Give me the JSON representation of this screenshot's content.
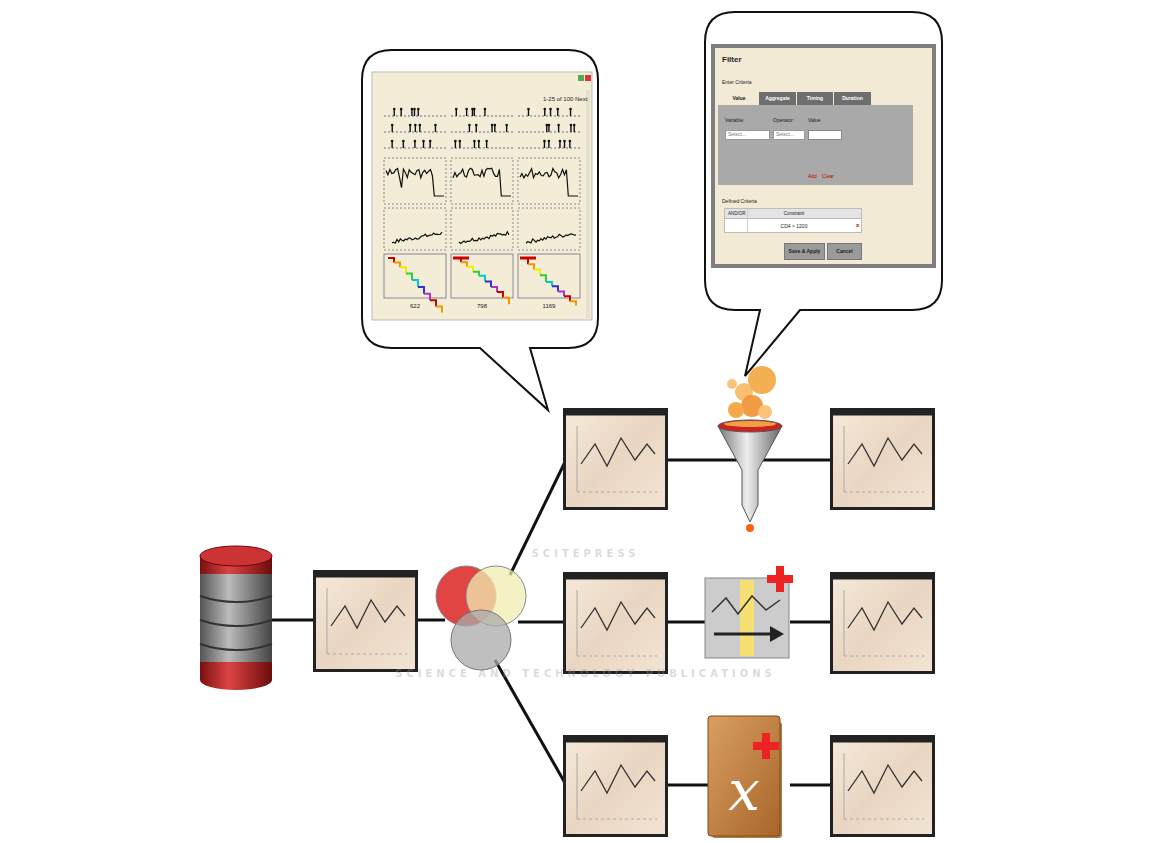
{
  "diagram": {
    "nodes": [
      {
        "text": [
          "1-25 of 100",
          "Next",
          "622",
          "798",
          "1169"
        ]
      },
      {
        "text": [
          "Filter",
          "Enter Criteria",
          "Defined Criteria"
        ]
      },
      {
        "text": [
          "Value"
        ],
        "in": 1
      },
      {
        "text": [
          "Aggregate"
        ],
        "in": 1
      },
      {
        "text": [
          "Timing"
        ],
        "in": 1
      },
      {
        "text": [
          "Duration"
        ],
        "in": 1
      },
      {
        "text": [
          "Variable:",
          "Operator:",
          "Value",
          "Add",
          "Clear"
        ],
        "in": 1
      },
      {
        "text": [
          "Select..."
        ],
        "in": 6
      },
      {
        "text": [
          "Select..."
        ],
        "in": 6
      },
      {
        "text": [
          "AND/OR",
          "Constraint",
          "CD4 > 1200",
          "x"
        ],
        "in": 1
      },
      {
        "text": [
          "Save & Apply"
        ],
        "in": 1
      },
      {
        "text": [
          "Cancel"
        ],
        "in": 1
      }
    ],
    "labels": [
      "SCITEPRESS",
      "SCIENCE AND TECHNOLOGY PUBLICATIONS",
      "x"
    ]
  }
}
